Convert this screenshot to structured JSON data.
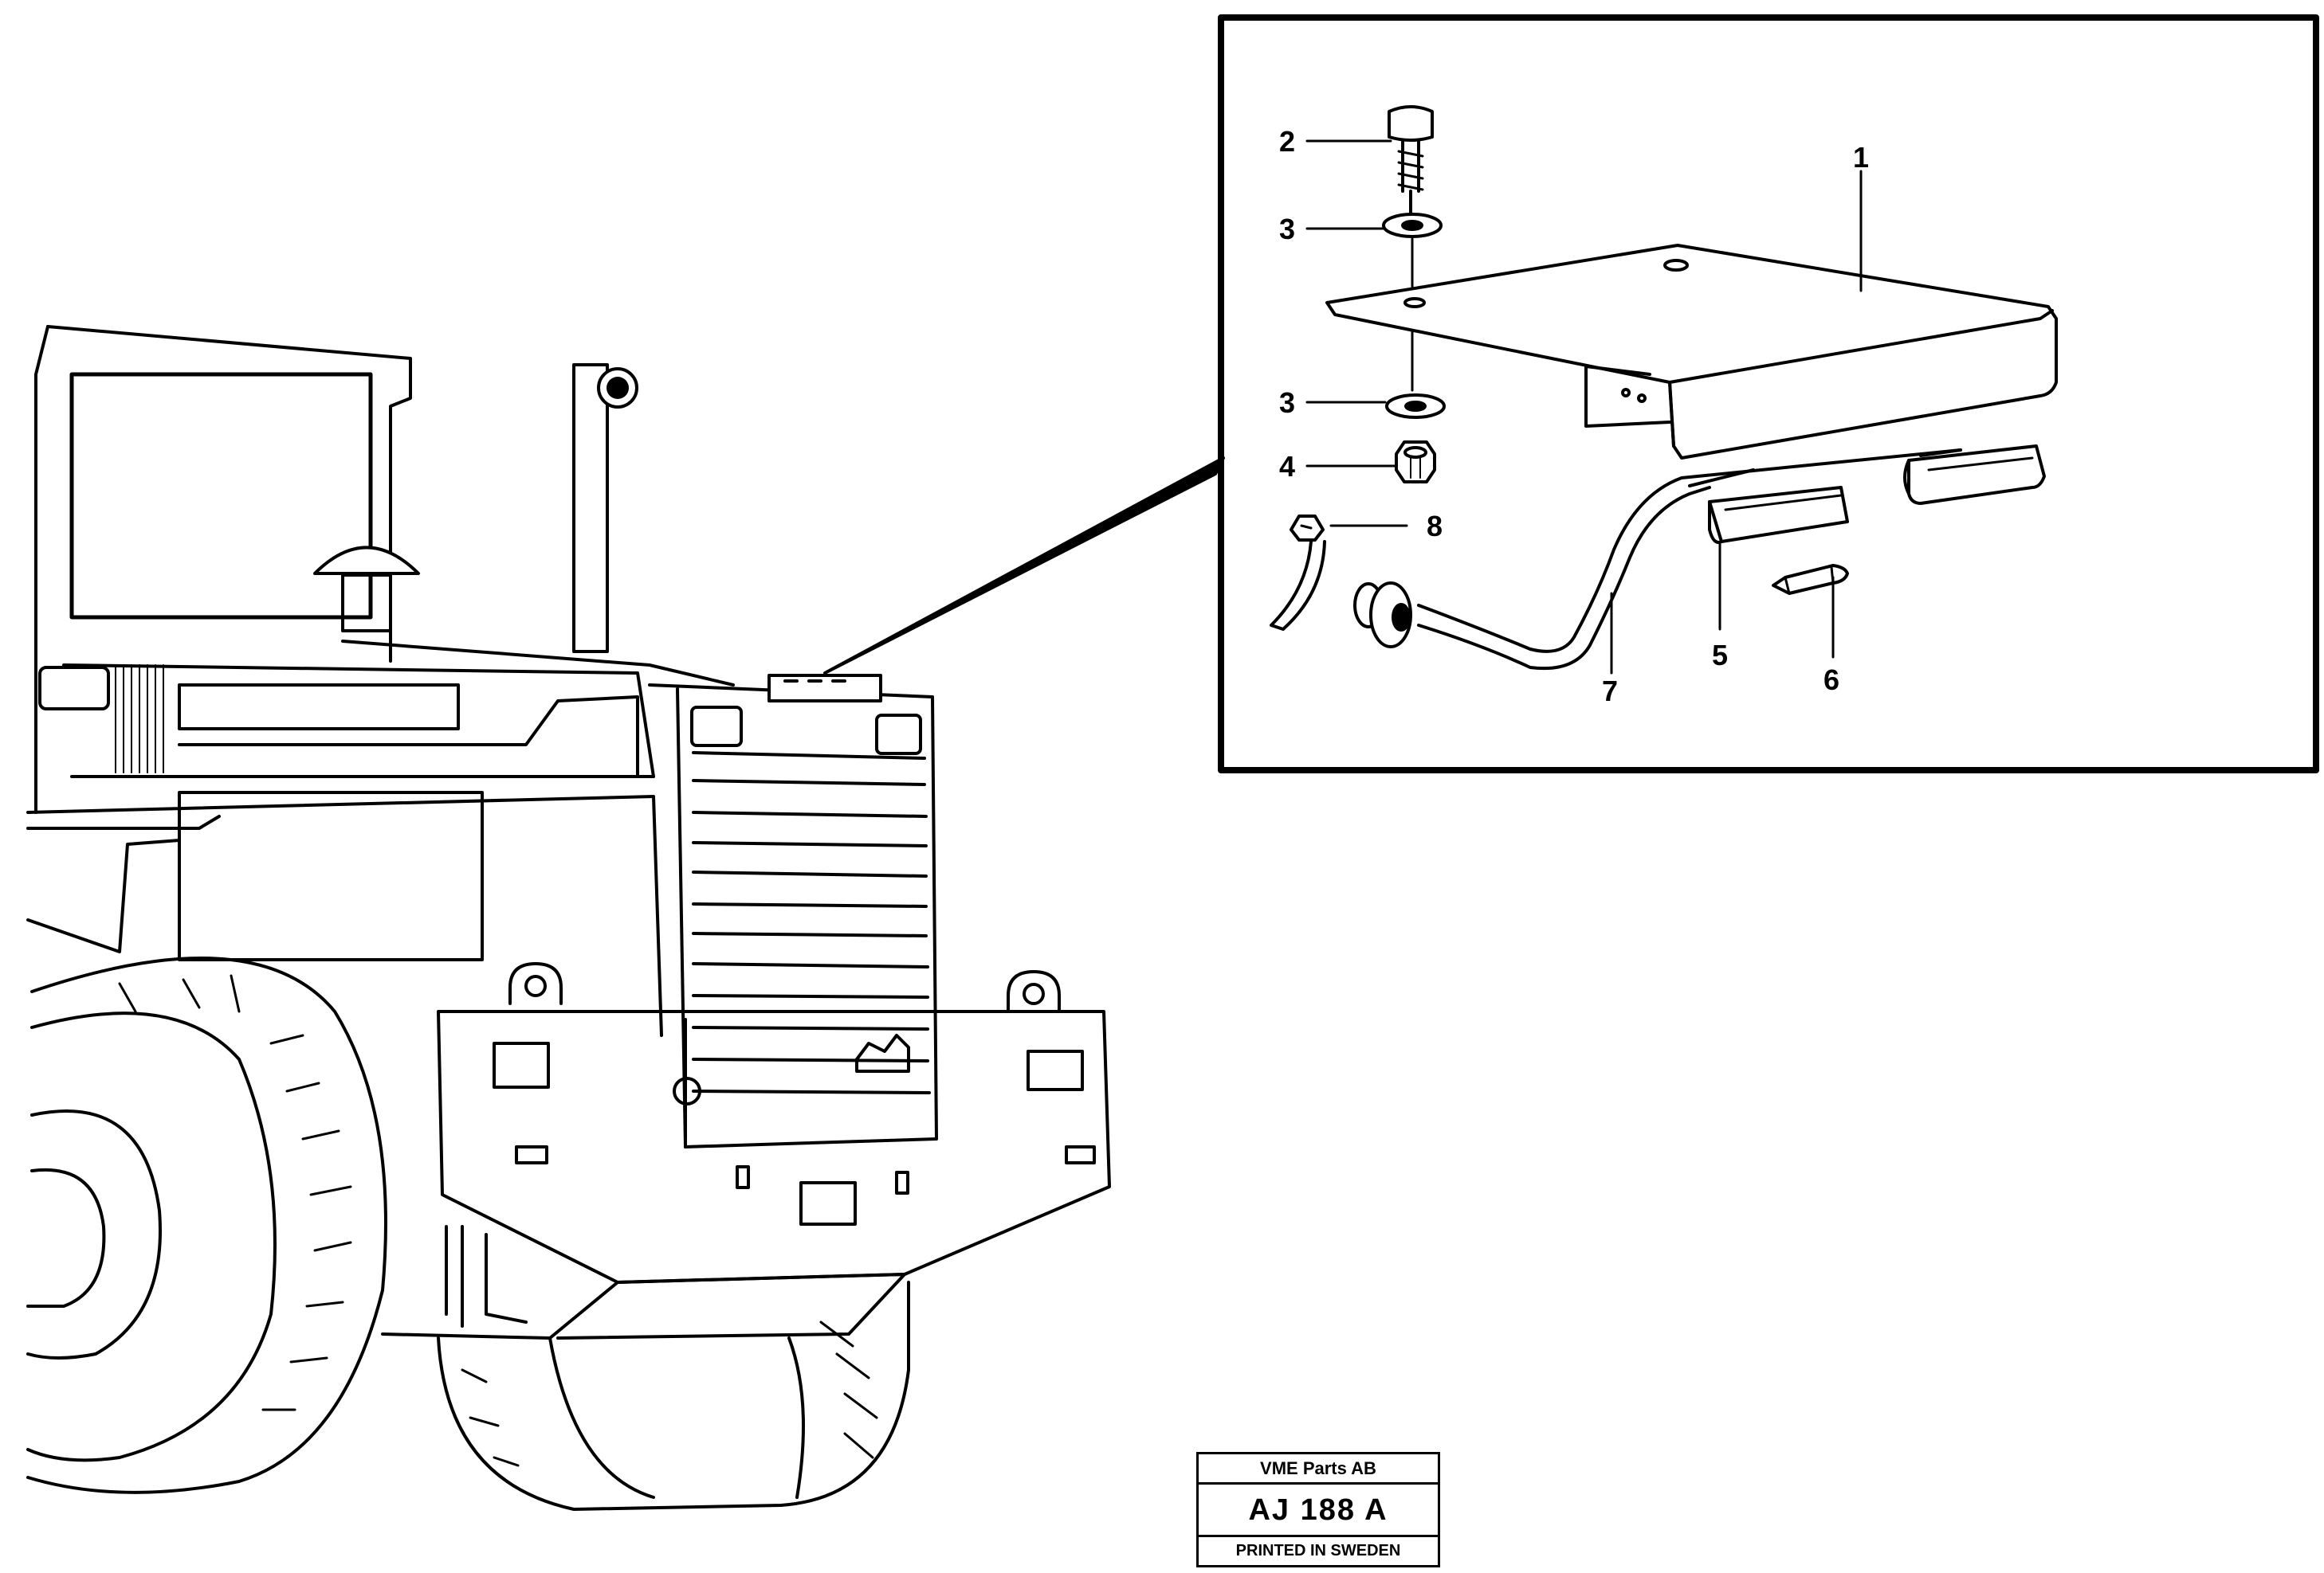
{
  "callouts": {
    "c1": "1",
    "c2": "2",
    "c3a": "3",
    "c3b": "3",
    "c4": "4",
    "c5": "5",
    "c6": "6",
    "c7": "7",
    "c8": "8"
  },
  "stamp": {
    "company": "VME Parts AB",
    "code": "AJ 188 A",
    "printed": "PRINTED IN SWEDEN"
  }
}
